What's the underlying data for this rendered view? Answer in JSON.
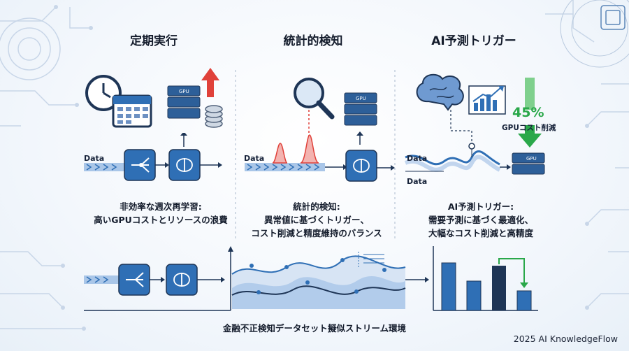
{
  "sections": [
    {
      "title": "定期実行",
      "caption_lines": [
        "非効率な週次再学習:",
        "高いGPUコストとリソースの浪費"
      ]
    },
    {
      "title": "統計的検知",
      "caption_lines": [
        "統計的検知:",
        "異常値に基づくトリガー、",
        "コスト削減と精度維持のバランス"
      ]
    },
    {
      "title": "AI予測トリガー",
      "caption_lines": [
        "AI予測トリガー:",
        "需要予測に基づく最適化、",
        "大幅なコスト削減と高精度"
      ]
    }
  ],
  "data_label": "Data",
  "gpu_label": "GPU",
  "savings": {
    "percent": "45%",
    "label": "GPUコスト削減"
  },
  "bottom_label": "金融不正検知データセット擬似ストリーム環境",
  "footer": "2025 AI KnowledgeFlow",
  "colors": {
    "primary_blue": "#2f6fb5",
    "dark_navy": "#1e3556",
    "alert_red": "#e0413a",
    "growth_green": "#2aa84a"
  },
  "icons": [
    "clock-icon",
    "calendar-icon",
    "gpu-server-icon",
    "coin-stack-icon",
    "arrow-up-icon",
    "router-icon",
    "brain-chip-icon",
    "magnifier-icon",
    "brain-icon",
    "growth-chart-icon",
    "arrow-down-icon"
  ]
}
